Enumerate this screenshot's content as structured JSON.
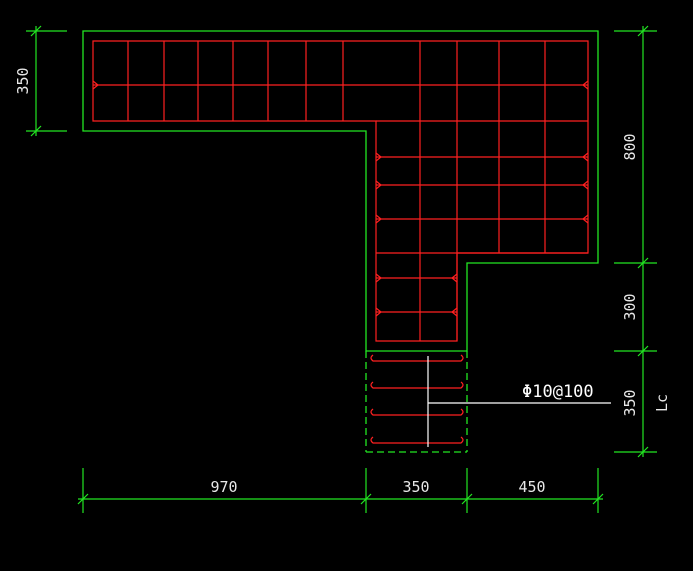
{
  "colors": {
    "background": "#000000",
    "outline": "#22e622",
    "rebar": "#ff2020",
    "dimension": "#22e622",
    "text": "#e8e8e8",
    "leader": "#ffffff"
  },
  "dimensions": {
    "top_left_vertical": "350",
    "right_upper": "800",
    "right_middle": "300",
    "right_lower": "350",
    "right_lower_tag": "Lc",
    "bottom_left": "970",
    "bottom_middle": "350",
    "bottom_right": "450"
  },
  "annotation": {
    "stirrup_label": "Φ10@100"
  }
}
